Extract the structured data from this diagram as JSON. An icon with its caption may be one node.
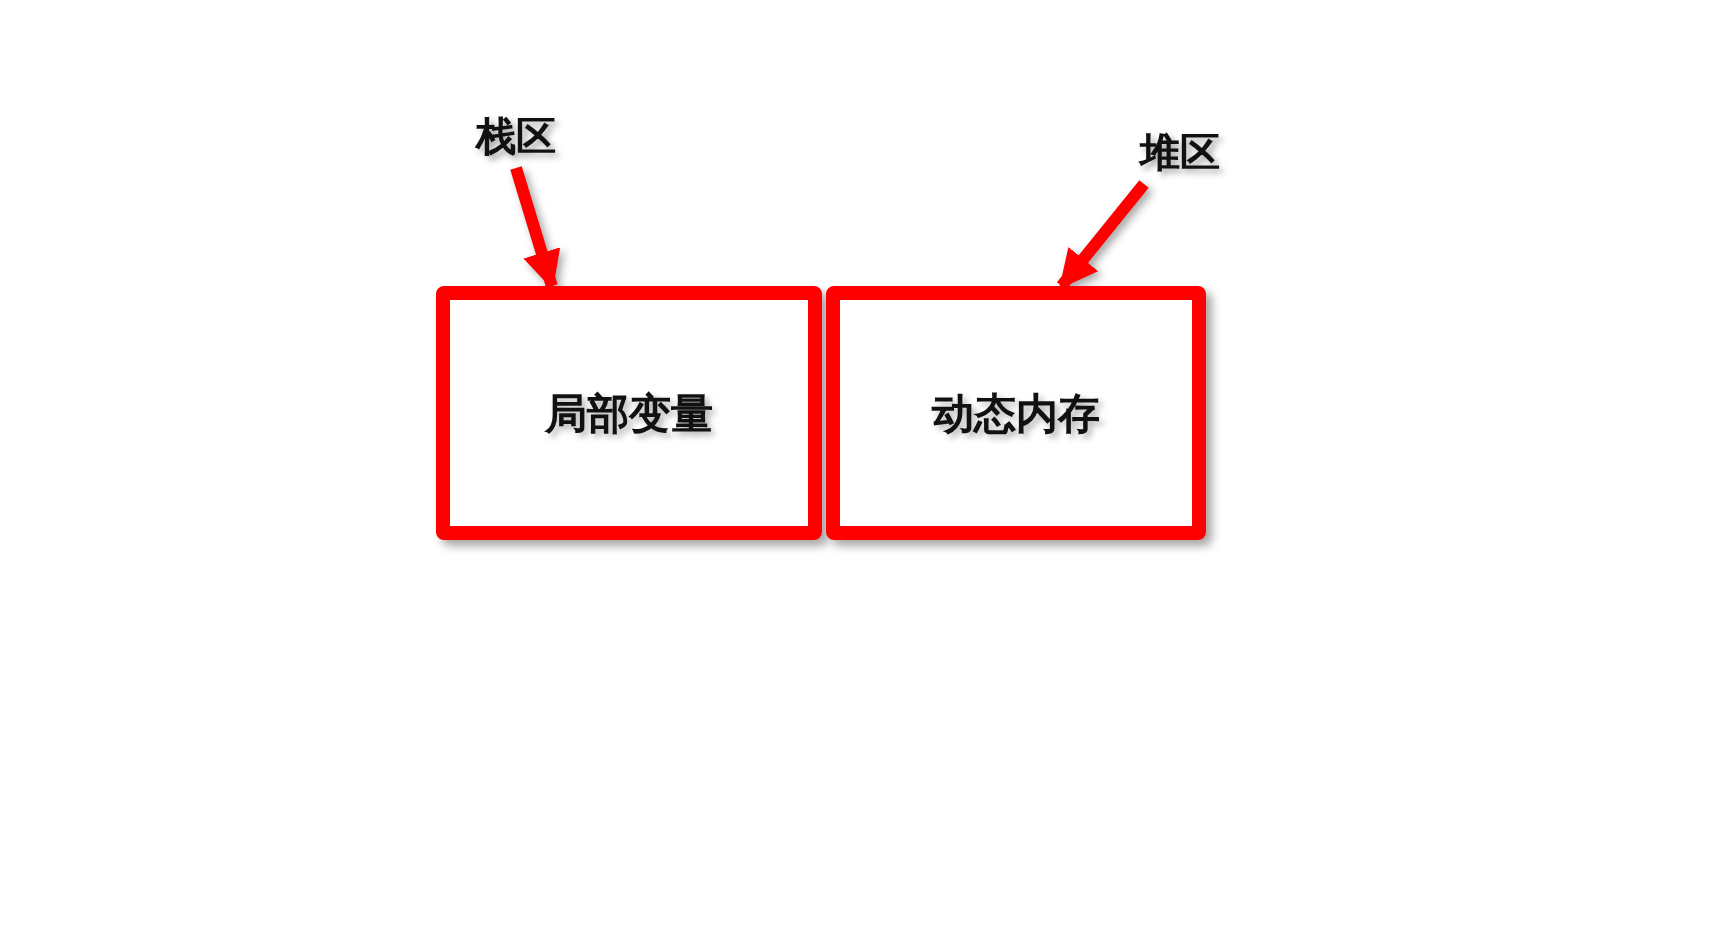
{
  "diagram": {
    "nodes": [
      {
        "text": [
          "栈区"
        ]
      },
      {
        "text": [
          "局部变量"
        ]
      },
      {
        "text": [
          "堆区"
        ]
      },
      {
        "text": [
          "动态内存"
        ]
      }
    ],
    "edges": [
      {
        "from": 0,
        "to": 1,
        "arrow": "to"
      },
      {
        "from": 2,
        "to": 3,
        "arrow": "to"
      }
    ]
  }
}
